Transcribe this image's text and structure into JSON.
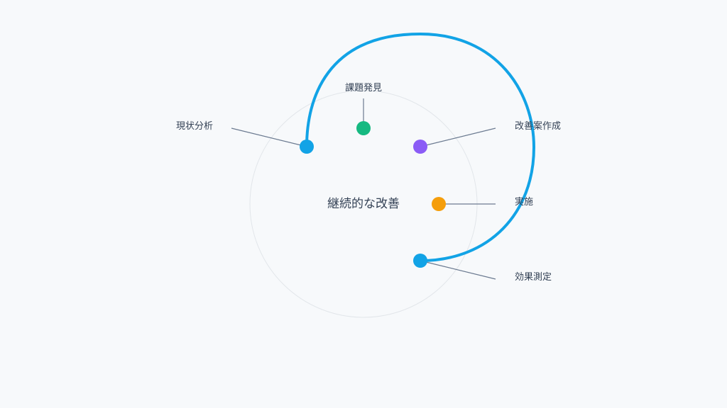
{
  "diagram": {
    "center_label": "継続的な改善",
    "colors": {
      "background": "#f7f9fb",
      "guide_circle": "#e2e6ea",
      "arc": "#12a3e6",
      "leader": "#6b7a90",
      "text": "#334155"
    },
    "nodes": [
      {
        "id": "current-analysis",
        "label": "現状分析",
        "color": "#12a3e6"
      },
      {
        "id": "issue-discovery",
        "label": "課題発見",
        "color": "#16b981"
      },
      {
        "id": "plan-creation",
        "label": "改善案作成",
        "color": "#8b5cf6"
      },
      {
        "id": "implementation",
        "label": "実施",
        "color": "#f59e0b"
      },
      {
        "id": "effect-measurement",
        "label": "効果測定",
        "color": "#12a3e6"
      }
    ]
  }
}
